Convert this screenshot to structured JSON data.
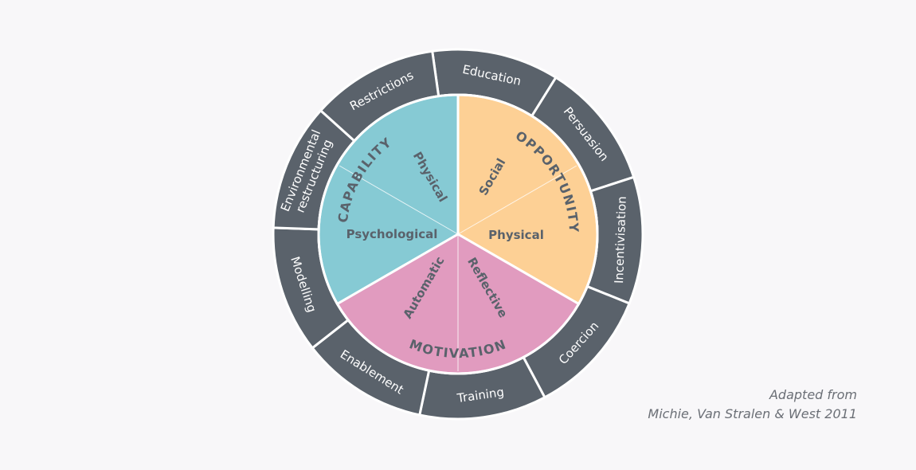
{
  "diagram": {
    "colors": {
      "background": "#f8f7f9",
      "ring": "#5a626b",
      "capability": "#86cad4",
      "opportunity": "#fdd095",
      "motivation": "#e19bbf",
      "text": "#5a626b"
    },
    "sources": [
      {
        "label": "CAPABILITY",
        "color_key": "capability",
        "subs": [
          "Psychological",
          "Physical"
        ]
      },
      {
        "label": "OPPORTUNITY",
        "color_key": "opportunity",
        "subs": [
          "Social",
          "Physical"
        ]
      },
      {
        "label": "MOTIVATION",
        "color_key": "motivation",
        "subs": [
          "Reflective",
          "Automatic"
        ]
      }
    ],
    "interventions": [
      [
        "Education"
      ],
      [
        "Persuasion"
      ],
      [
        "Incentivisation"
      ],
      [
        "Coercion"
      ],
      [
        "Training"
      ],
      [
        "Enablement"
      ],
      [
        "Modelling"
      ],
      [
        "Environmental",
        "restructuring"
      ],
      [
        "Restrictions"
      ]
    ]
  },
  "credit": {
    "line1": "Adapted from",
    "line2": "Michie, Van Stralen & West 2011"
  }
}
